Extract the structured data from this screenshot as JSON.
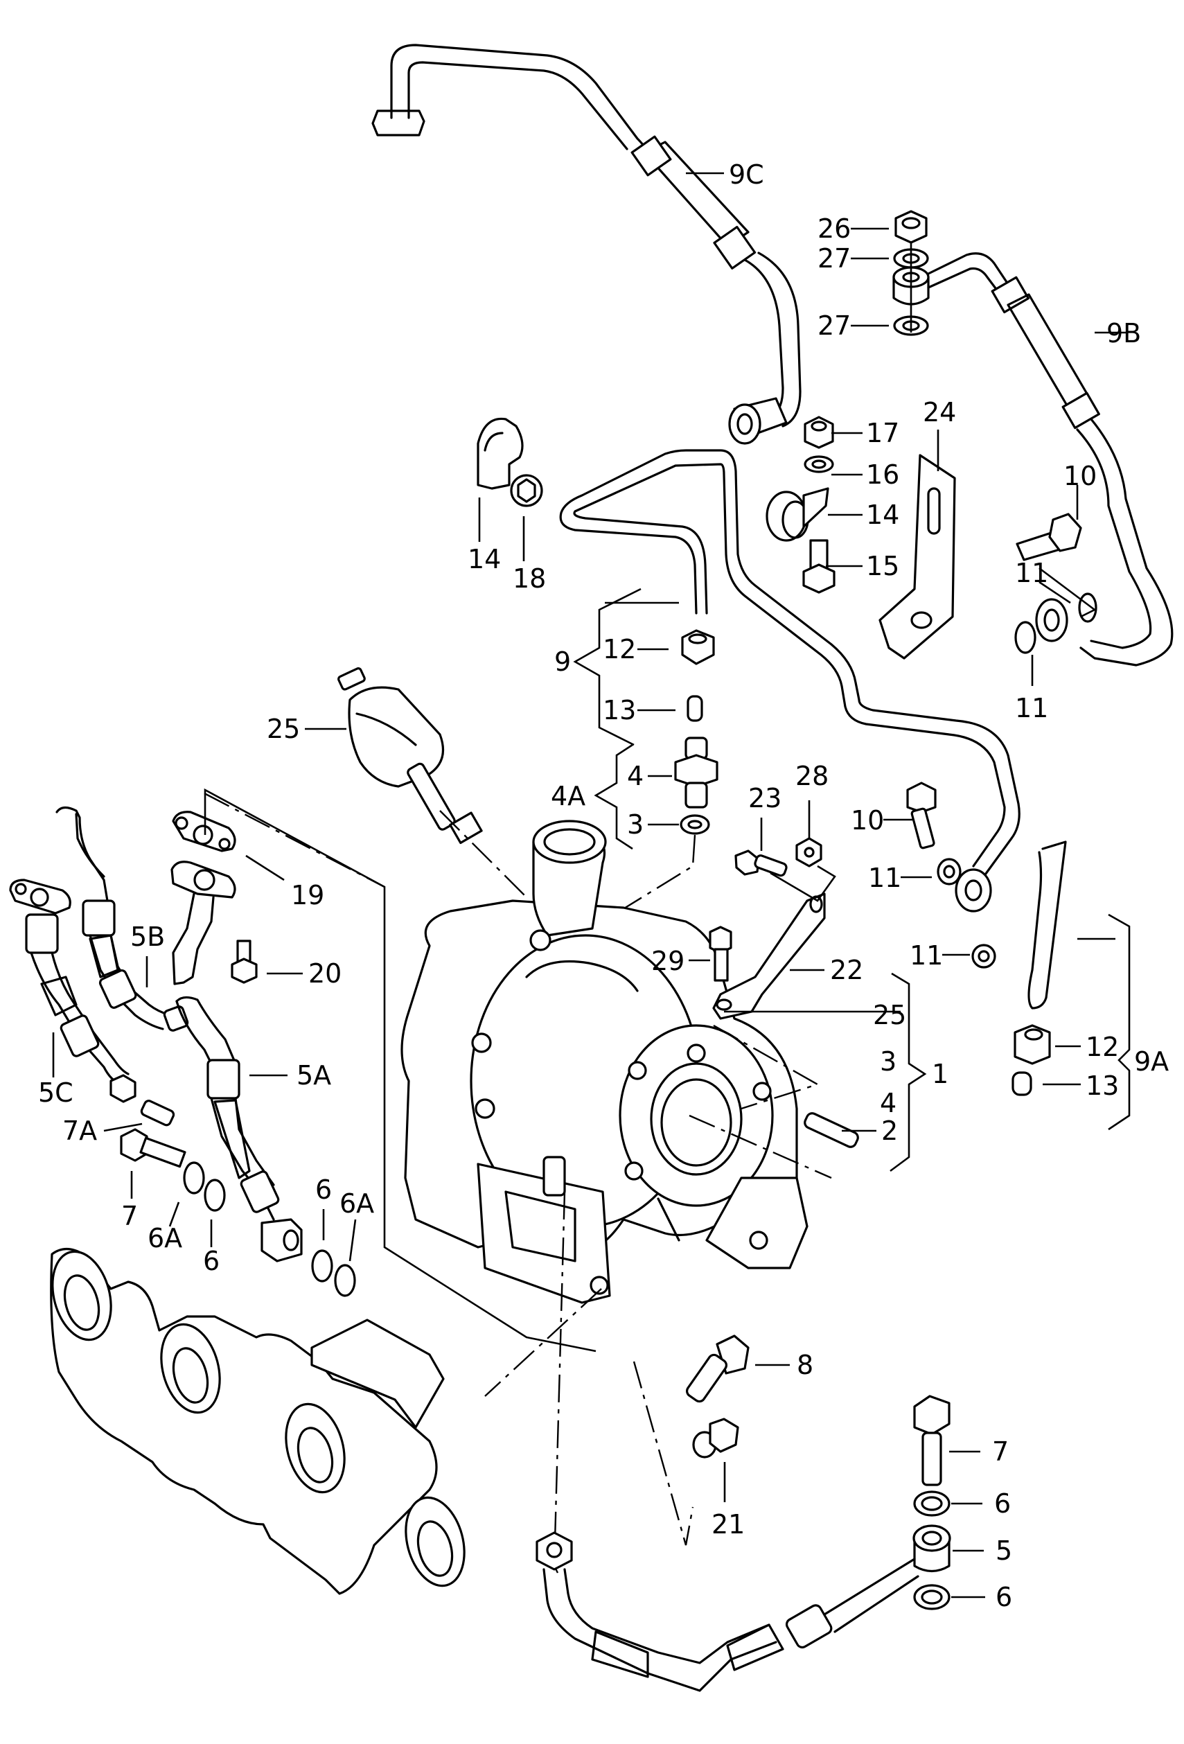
{
  "diagram": {
    "type": "exploded-parts-diagram",
    "subject": "Turbocharger assembly with oil supply/return lines",
    "labels": {
      "l9c": "9C",
      "l26": "26",
      "l27a": "27",
      "l27b": "27",
      "l9b": "9B",
      "l17": "17",
      "l16": "16",
      "l14a": "14",
      "l15": "15",
      "l24": "24",
      "l10a": "10",
      "l11a": "11",
      "l11b": "11",
      "l14b": "14",
      "l18": "18",
      "l9": "9",
      "l12a": "12",
      "l13a": "13",
      "l25a": "25",
      "l4a": "4A",
      "l4": "4",
      "l3": "3",
      "l23": "23",
      "l28": "28",
      "l10b": "10",
      "l11c": "11",
      "l11d": "11",
      "l19": "19",
      "l20": "20",
      "l29": "29",
      "l22": "22",
      "l5b": "5B",
      "l5c": "5C",
      "l5a": "5A",
      "l7a": "7A",
      "l7": "7",
      "l6a1": "6A",
      "l6_1": "6",
      "l6_2": "6",
      "l6a2": "6A",
      "l25b": "25",
      "l3b": "3",
      "l4b": "4",
      "l1": "1",
      "l2": "2",
      "l9a": "9A",
      "l12b": "12",
      "l13b": "13",
      "l8": "8",
      "l21": "21",
      "l7b": "7",
      "l6_3": "6",
      "l5": "5",
      "l6_4": "6"
    }
  }
}
